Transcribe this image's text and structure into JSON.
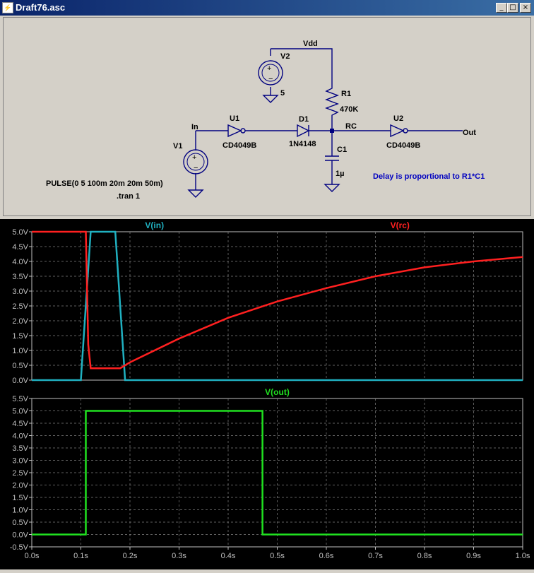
{
  "window": {
    "title": "Draft76.asc",
    "minimize": "_",
    "maximize": "□",
    "close": "×"
  },
  "schematic": {
    "labels": {
      "vdd": "Vdd",
      "v2": "V2",
      "v2_value": "5",
      "r1": "R1",
      "r1_value": "470K",
      "in": "In",
      "u1": "U1",
      "u1_part": "CD4049B",
      "d1": "D1",
      "d1_part": "1N4148",
      "rc": "RC",
      "u2": "U2",
      "u2_part": "CD4049B",
      "out": "Out",
      "v1": "V1",
      "c1": "C1",
      "c1_value": "1µ",
      "pulse": "PULSE(0 5 100m 20m 20m 50m)",
      "tran": ".tran 1",
      "comment": "Delay is proportional to R1*C1"
    },
    "colors": {
      "wire": "#000080",
      "comment": "#0000c0"
    }
  },
  "chart_data": [
    {
      "type": "line",
      "x_unit": "s",
      "xlim": [
        0,
        1.0
      ],
      "ylim": [
        0,
        5.0
      ],
      "ytick_labels": [
        "0.0V",
        "0.5V",
        "1.0V",
        "1.5V",
        "2.0V",
        "2.5V",
        "3.0V",
        "3.5V",
        "4.0V",
        "4.5V",
        "5.0V"
      ],
      "grid": true,
      "series": [
        {
          "name": "V(in)",
          "color": "#20b0c0",
          "x": [
            0,
            0.1,
            0.12,
            0.17,
            0.19,
            1.0
          ],
          "y": [
            0,
            0,
            5,
            5,
            0,
            0
          ]
        },
        {
          "name": "V(rc)",
          "color": "#ff2020",
          "x": [
            0,
            0.11,
            0.115,
            0.12,
            0.18,
            0.2,
            0.3,
            0.4,
            0.5,
            0.6,
            0.7,
            0.8,
            0.9,
            1.0
          ],
          "y": [
            5,
            5,
            1.2,
            0.4,
            0.4,
            0.6,
            1.4,
            2.1,
            2.65,
            3.1,
            3.5,
            3.8,
            4.0,
            4.15
          ]
        }
      ]
    },
    {
      "type": "line",
      "x_unit": "s",
      "xlim": [
        0,
        1.0
      ],
      "ylim": [
        -0.5,
        5.5
      ],
      "ytick_labels": [
        "-0.5V",
        "0.0V",
        "0.5V",
        "1.0V",
        "1.5V",
        "2.0V",
        "2.5V",
        "3.0V",
        "3.5V",
        "4.0V",
        "4.5V",
        "5.0V",
        "5.5V"
      ],
      "xtick_labels": [
        "0.0s",
        "0.1s",
        "0.2s",
        "0.3s",
        "0.4s",
        "0.5s",
        "0.6s",
        "0.7s",
        "0.8s",
        "0.9s",
        "1.0s"
      ],
      "grid": true,
      "series": [
        {
          "name": "V(out)",
          "color": "#20e020",
          "x": [
            0,
            0.11,
            0.11,
            0.47,
            0.47,
            1.0
          ],
          "y": [
            0,
            0,
            5,
            5,
            0,
            0
          ]
        }
      ]
    }
  ]
}
